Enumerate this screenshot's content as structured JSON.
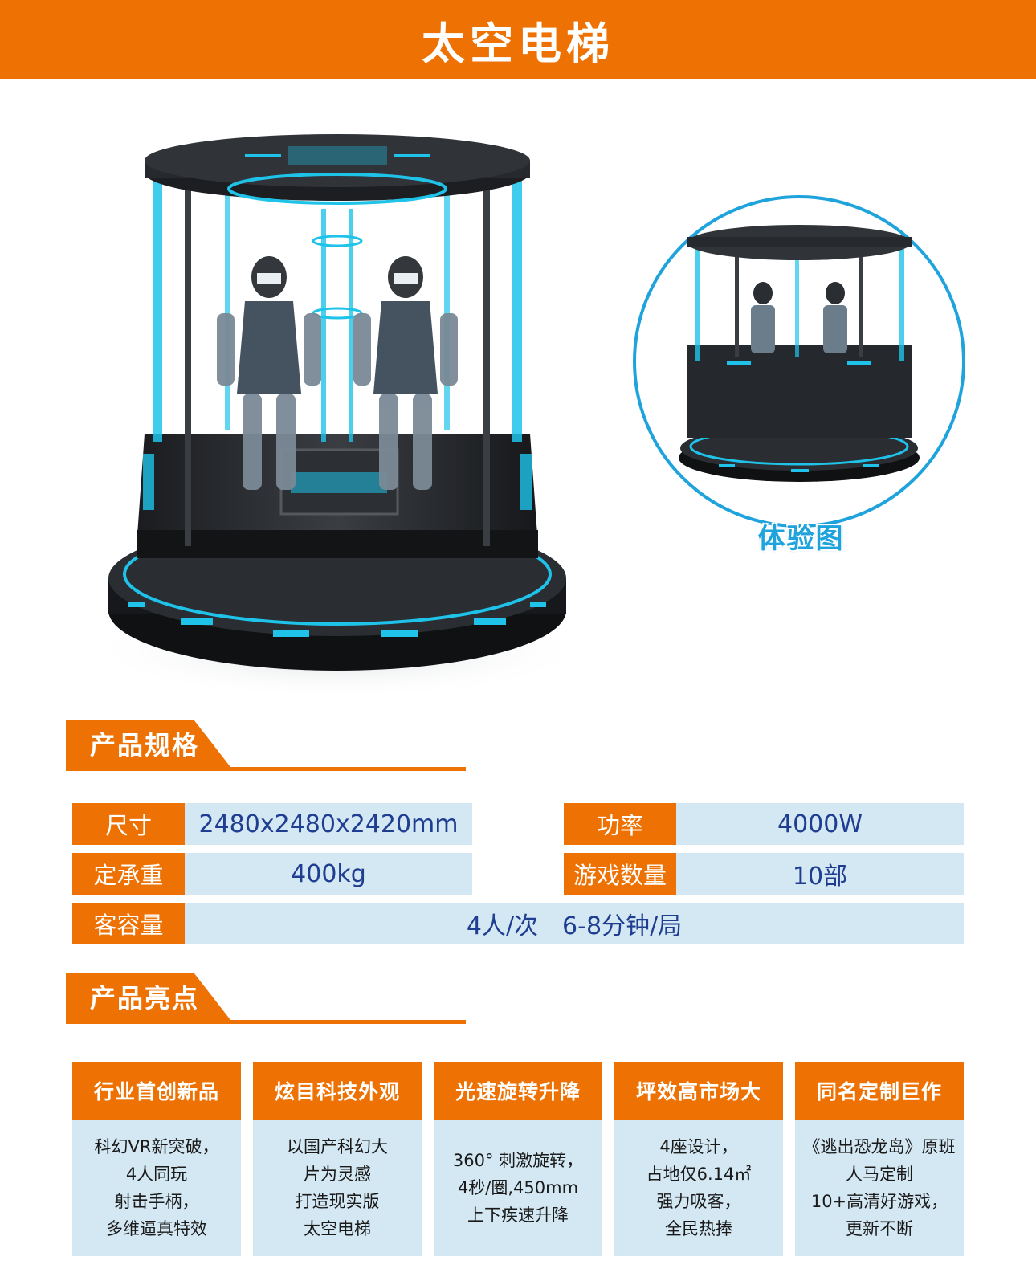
{
  "header": {
    "title": "太空电梯"
  },
  "inset": {
    "label": "体验图"
  },
  "specs": {
    "section_title": "产品规格",
    "size": {
      "label": "尺寸",
      "value": "2480x2480x2420mm"
    },
    "power": {
      "label": "功率",
      "value": "4000W"
    },
    "load": {
      "label": "定承重",
      "value": "400kg"
    },
    "games": {
      "label": "游戏数量",
      "value": "10部"
    },
    "capacity": {
      "label": "客容量",
      "value": "4人/次　6-8分钟/局"
    }
  },
  "highlights": {
    "section_title": "产品亮点",
    "cards": [
      {
        "title": "行业首创新品",
        "lines": [
          "科幻VR新突破，",
          "4人同玩",
          "射击手柄，",
          "多维逼真特效"
        ]
      },
      {
        "title": "炫目科技外观",
        "lines": [
          "以国产科幻大",
          "片为灵感",
          "打造现实版",
          "太空电梯"
        ]
      },
      {
        "title": "光速旋转升降",
        "lines": [
          "360° 刺激旋转，",
          "4秒/圈,450mm",
          "上下疾速升降"
        ]
      },
      {
        "title": "坪效高市场大",
        "lines": [
          "4座设计，",
          "占地仅6.14㎡",
          "强力吸客，",
          "全民热捧"
        ]
      },
      {
        "title": "同名定制巨作",
        "lines": [
          "《逃出恐龙岛》原班",
          "人马定制",
          "10+高清好游戏，",
          "更新不断"
        ]
      }
    ]
  },
  "colors": {
    "accent": "#ee7203",
    "cell_bg": "#d4e8f3",
    "value_text": "#1f3d91",
    "glow": "#1fc3ea"
  }
}
